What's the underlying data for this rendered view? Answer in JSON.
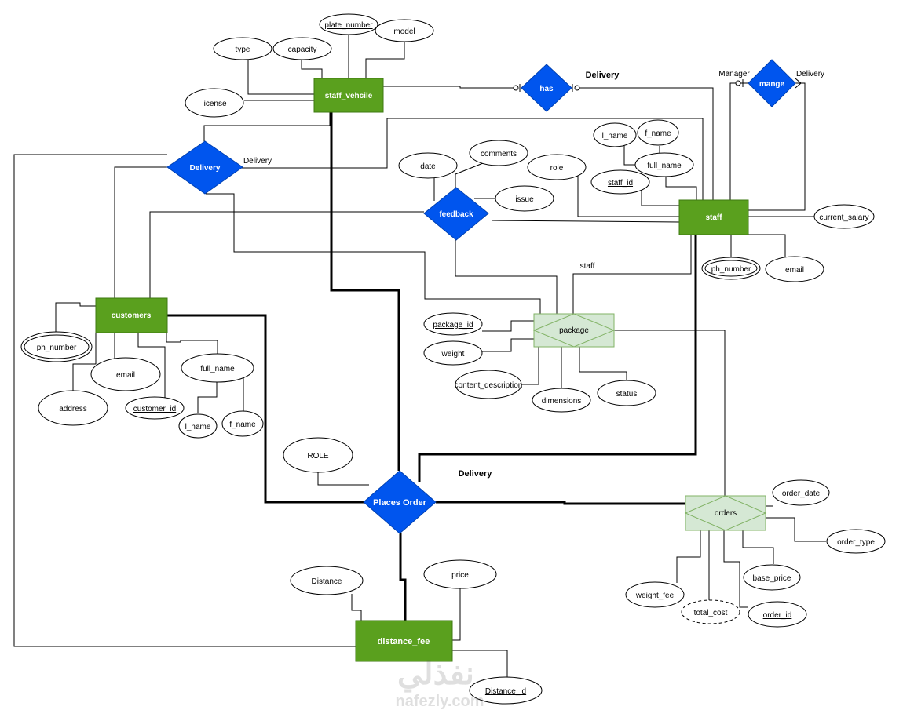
{
  "entities": {
    "staff_vehicle": "staff_vehcile",
    "staff": "staff",
    "customers": "customers",
    "distance_fee": "distance_fee"
  },
  "weak_entities": {
    "package": "package",
    "orders": "orders"
  },
  "relationships": {
    "has": "has",
    "mange": "mange",
    "delivery": "Delivery",
    "feedback": "feedback",
    "places_order": "Places Order"
  },
  "attributes": {
    "plate_number": "plate_number",
    "model": "model",
    "type": "type",
    "capacity": "capacity",
    "license": "license",
    "comments": "comments",
    "date": "date",
    "issue": "issue",
    "role": "role",
    "l_name_staff": "l_name",
    "f_name_staff": "f_name",
    "full_name_staff": "full_name",
    "staff_id": "staff_id",
    "current_salary": "current_salary",
    "ph_number_staff": "ph_number",
    "email_staff": "email",
    "ph_number_customer": "ph_number",
    "email_customer": "email",
    "address": "address",
    "customer_id": "customer_id",
    "full_name_customer": "full_name",
    "l_name_customer": "l_name",
    "f_name_customer": "f_name",
    "package_id": "package_id",
    "weight": "weight",
    "content_description": "content_description",
    "dimensions": "dimensions",
    "status": "status",
    "ROLE": "ROLE",
    "order_date": "order_date",
    "order_type": "order_type",
    "base_price": "base_price",
    "weight_fee": "weight_fee",
    "total_cost": "total_cost",
    "order_id": "order_id",
    "Distance": "Distance",
    "price": "price",
    "Distance_id": "Distance_id"
  },
  "labels": {
    "delivery_has": "Delivery",
    "manager": "Manager",
    "delivery_mange": "Delivery",
    "delivery_side": "Delivery",
    "staff_package": "staff",
    "delivery_center": "Delivery"
  },
  "watermark": {
    "arabic": "نفذلي",
    "latin": "nafezly.com"
  },
  "colors": {
    "entity": "#5aa01e",
    "relationship": "#0055ee",
    "weak_entity": "#d5e8d4",
    "weak_border": "#82b366"
  }
}
